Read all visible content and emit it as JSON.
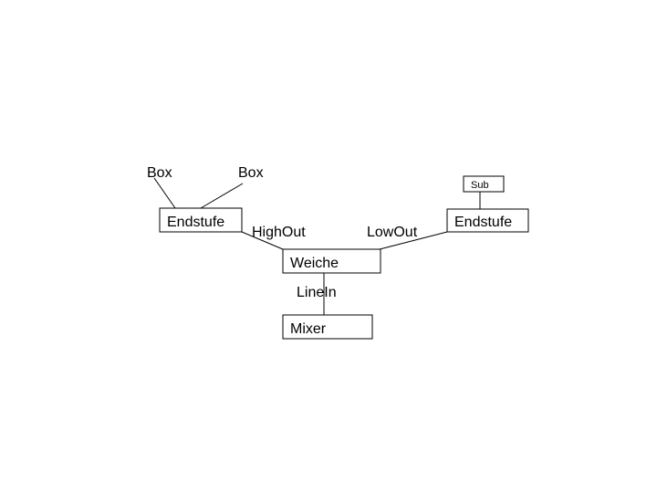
{
  "diagram": {
    "nodes": {
      "box_left": "Box",
      "box_right": "Box",
      "endstufe_left": "Endstufe",
      "endstufe_right": "Endstufe",
      "sub": "Sub",
      "weiche": "Weiche",
      "mixer": "Mixer"
    },
    "edges": {
      "high_out": "HighOut",
      "low_out": "LowOut",
      "line_in": "LineIn"
    }
  }
}
